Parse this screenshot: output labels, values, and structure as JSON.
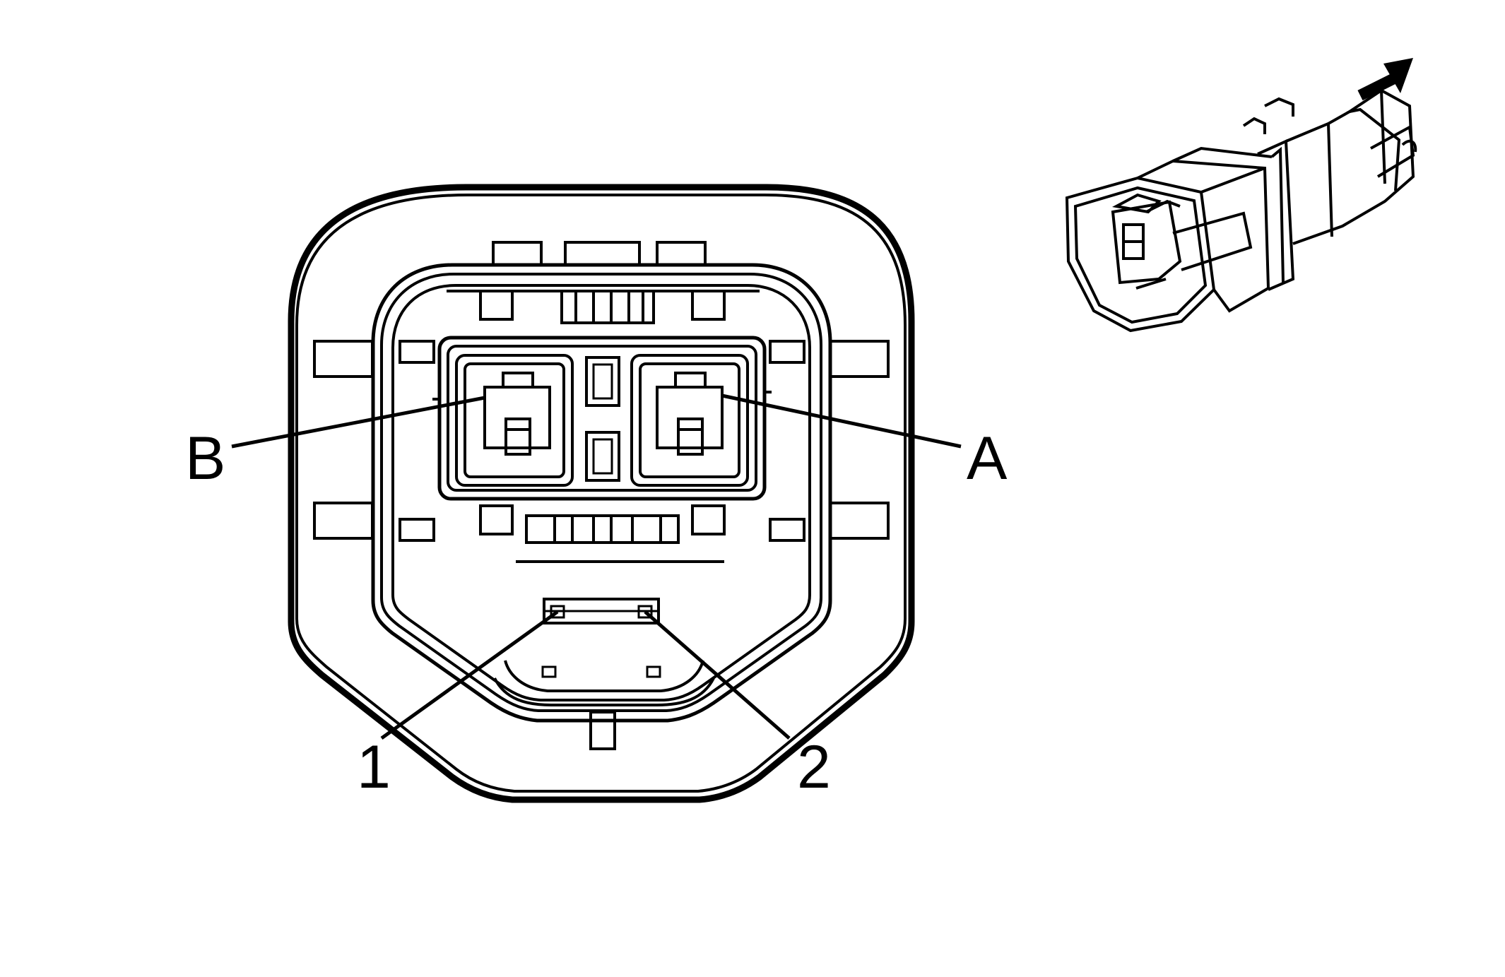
{
  "callouts": {
    "terminal_b": "B",
    "terminal_a": "A",
    "lock_1": "1",
    "lock_2": "2"
  },
  "style": {
    "line_color": "#000000",
    "background": "#ffffff"
  },
  "icons": {
    "direction_arrow": "arrow-up-right-icon"
  }
}
